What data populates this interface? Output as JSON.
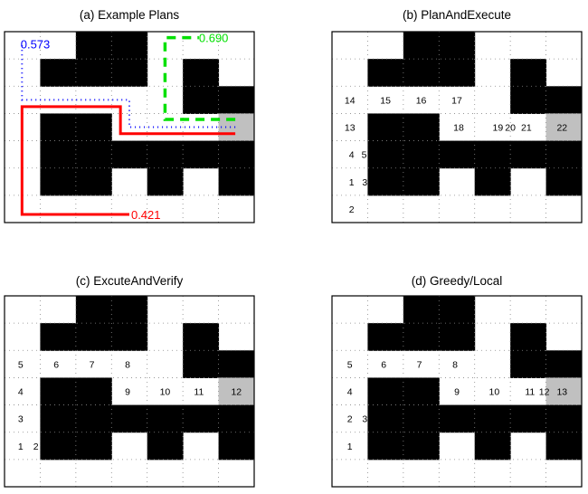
{
  "grid": {
    "cols": 7,
    "rows": 7,
    "obstacles": [
      [
        0,
        0,
        1,
        1,
        0,
        0,
        0
      ],
      [
        0,
        1,
        1,
        1,
        0,
        1,
        0
      ],
      [
        0,
        0,
        0,
        0,
        0,
        1,
        1
      ],
      [
        0,
        1,
        1,
        0,
        0,
        0,
        2
      ],
      [
        0,
        1,
        1,
        1,
        1,
        1,
        1
      ],
      [
        0,
        1,
        1,
        0,
        1,
        0,
        1
      ],
      [
        0,
        0,
        0,
        0,
        0,
        0,
        0
      ]
    ],
    "colors": {
      "obstacle": "#000000",
      "goal": "#c0c0c0",
      "free": "#ffffff"
    }
  },
  "panels": [
    {
      "title": "(a) Example Plans",
      "labels": [],
      "paths": [
        {
          "value": "0.421",
          "color": "#ff0000",
          "style": "solid",
          "points": [
            [
              6.47,
              3.74
            ],
            [
              3.25,
              3.74
            ],
            [
              3.25,
              2.75
            ],
            [
              0.49,
              2.75
            ],
            [
              0.49,
              6.7
            ],
            [
              3.5,
              6.7
            ]
          ],
          "label_at": [
            3.55,
            6.7
          ]
        },
        {
          "value": "0.573",
          "color": "#0000ff",
          "style": "dotted",
          "points": [
            [
              6.47,
              3.5
            ],
            [
              3.5,
              3.5
            ],
            [
              3.5,
              2.5
            ],
            [
              0.49,
              2.5
            ],
            [
              0.49,
              0.45
            ]
          ],
          "label_at": [
            0.45,
            0.45
          ]
        },
        {
          "value": "0.690",
          "color": "#00e000",
          "style": "dashed",
          "points": [
            [
              6.47,
              3.22
            ],
            [
              4.5,
              3.22
            ],
            [
              4.5,
              0.22
            ],
            [
              5.45,
              0.22
            ]
          ],
          "label_at": [
            5.45,
            0.22
          ]
        }
      ]
    },
    {
      "title": "(b) PlanAndExecute",
      "labels": [
        {
          "text": "14",
          "c": 0.5,
          "r": 2.5
        },
        {
          "text": "15",
          "c": 1.5,
          "r": 2.5
        },
        {
          "text": "16",
          "c": 2.5,
          "r": 2.5
        },
        {
          "text": "17",
          "c": 3.5,
          "r": 2.5
        },
        {
          "text": "13",
          "c": 0.5,
          "r": 3.5
        },
        {
          "text": "18",
          "c": 3.55,
          "r": 3.5
        },
        {
          "text": "19",
          "c": 4.65,
          "r": 3.5
        },
        {
          "text": "20",
          "c": 5.0,
          "r": 3.5
        },
        {
          "text": "21",
          "c": 5.45,
          "r": 3.5
        },
        {
          "text": "22",
          "c": 6.45,
          "r": 3.5
        },
        {
          "text": "4",
          "c": 0.55,
          "r": 4.5
        },
        {
          "text": "5",
          "c": 0.9,
          "r": 4.5
        },
        {
          "text": "1",
          "c": 0.55,
          "r": 5.5
        },
        {
          "text": "3",
          "c": 0.92,
          "r": 5.5
        },
        {
          "text": "2",
          "c": 0.55,
          "r": 6.5
        }
      ],
      "paths": []
    },
    {
      "title": "(c) ExcuteAndVerify",
      "labels": [
        {
          "text": "5",
          "c": 0.45,
          "r": 2.5
        },
        {
          "text": "6",
          "c": 1.45,
          "r": 2.5
        },
        {
          "text": "7",
          "c": 2.45,
          "r": 2.5
        },
        {
          "text": "8",
          "c": 3.45,
          "r": 2.5
        },
        {
          "text": "4",
          "c": 0.45,
          "r": 3.5
        },
        {
          "text": "9",
          "c": 3.45,
          "r": 3.5
        },
        {
          "text": "10",
          "c": 4.5,
          "r": 3.5
        },
        {
          "text": "11",
          "c": 5.45,
          "r": 3.5
        },
        {
          "text": "12",
          "c": 6.5,
          "r": 3.5
        },
        {
          "text": "3",
          "c": 0.45,
          "r": 4.5
        },
        {
          "text": "1",
          "c": 0.45,
          "r": 5.5
        },
        {
          "text": "2",
          "c": 0.88,
          "r": 5.5
        }
      ],
      "paths": []
    },
    {
      "title": "(d) Greedy/Local",
      "labels": [
        {
          "text": "5",
          "c": 0.5,
          "r": 2.5
        },
        {
          "text": "6",
          "c": 1.45,
          "r": 2.5
        },
        {
          "text": "7",
          "c": 2.45,
          "r": 2.5
        },
        {
          "text": "8",
          "c": 3.45,
          "r": 2.5
        },
        {
          "text": "4",
          "c": 0.5,
          "r": 3.5
        },
        {
          "text": "9",
          "c": 3.5,
          "r": 3.5
        },
        {
          "text": "10",
          "c": 4.55,
          "r": 3.5
        },
        {
          "text": "11",
          "c": 5.55,
          "r": 3.5
        },
        {
          "text": "12",
          "c": 5.95,
          "r": 3.5
        },
        {
          "text": "13",
          "c": 6.45,
          "r": 3.5
        },
        {
          "text": "2",
          "c": 0.5,
          "r": 4.5
        },
        {
          "text": "3",
          "c": 0.92,
          "r": 4.5
        },
        {
          "text": "1",
          "c": 0.5,
          "r": 5.5
        }
      ],
      "paths": []
    }
  ]
}
